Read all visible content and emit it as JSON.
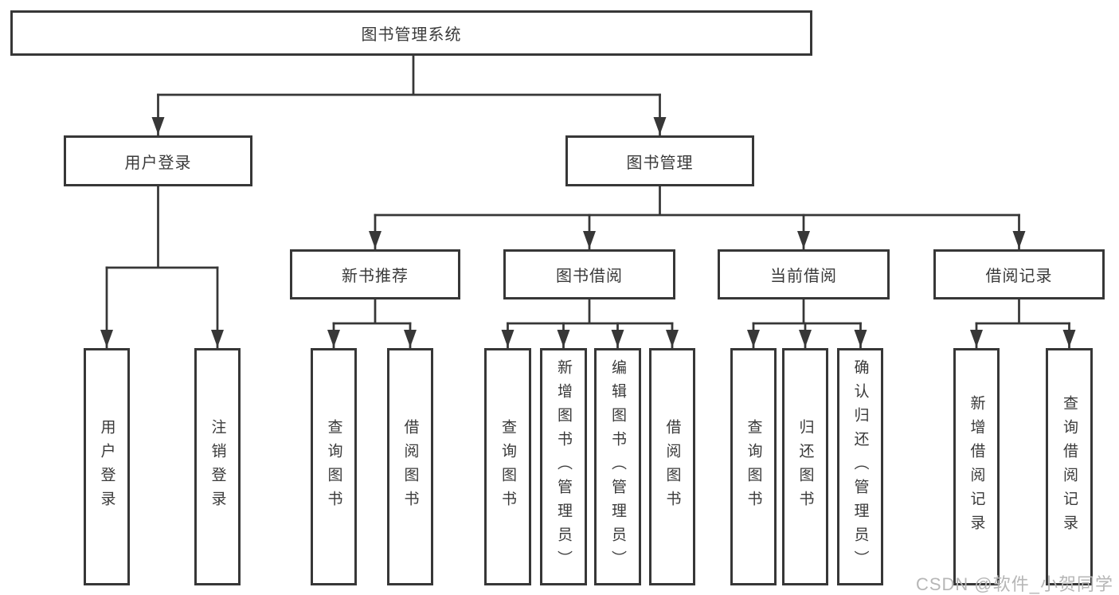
{
  "diagram": {
    "root_label": "图书管理系统",
    "level2": [
      {
        "label": "用户登录"
      },
      {
        "label": "图书管理"
      }
    ],
    "level3": [
      {
        "label": "新书推荐"
      },
      {
        "label": "图书借阅"
      },
      {
        "label": "当前借阅"
      },
      {
        "label": "借阅记录"
      }
    ],
    "leaves": {
      "user_login": [
        "用户登录",
        "注销登录"
      ],
      "new_book_recommend": [
        "查询图书",
        "借阅图书"
      ],
      "book_borrow": [
        "查询图书",
        "新增图书（管理员）",
        "编辑图书（管理员）",
        "借阅图书"
      ],
      "current_borrow": [
        "查询图书",
        "归还图书",
        "确认归还（管理员）"
      ],
      "borrow_records": [
        "新增借阅记录",
        "查询借阅记录"
      ]
    }
  },
  "watermark": {
    "text": "CSDN @软件_小贺同学"
  },
  "colors": {
    "line": "#373737",
    "text": "#3a3a3a",
    "background": "#ffffff",
    "watermark": "#b6b6b6"
  }
}
